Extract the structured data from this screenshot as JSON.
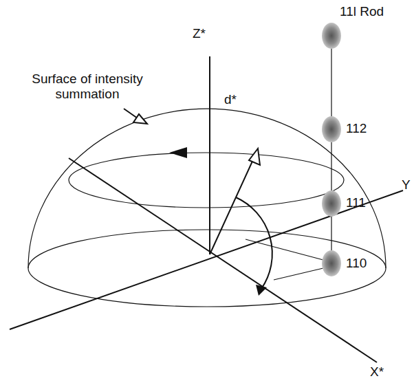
{
  "diagram": {
    "labels": [
      "11l Rod",
      "Surface of intensity summation",
      "Z*",
      "d*",
      "112",
      "111",
      "110",
      "Y",
      "X*"
    ]
  }
}
